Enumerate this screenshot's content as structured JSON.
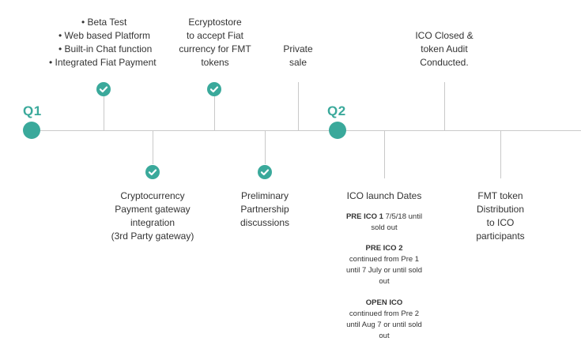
{
  "colors": {
    "accent": "#3aa99b",
    "line": "#c9c9c9",
    "text": "#333333"
  },
  "timeline": {
    "quarters": [
      {
        "label": "Q1"
      },
      {
        "label": "Q2"
      }
    ],
    "milestones": {
      "beta": {
        "status": "done",
        "lines": [
          "• Beta Test",
          "• Web based Platform",
          "• Built-in Chat function",
          "• Integrated Fiat Payment"
        ]
      },
      "ecryptostore": {
        "status": "done",
        "lines": [
          "Ecryptostore",
          "to accept Fiat",
          "currency for FMT",
          "tokens"
        ]
      },
      "private_sale": {
        "lines": [
          "Private",
          "sale"
        ]
      },
      "ico_closed": {
        "lines": [
          "ICO Closed &",
          "token Audit",
          "Conducted."
        ]
      },
      "payment_gateway": {
        "status": "done",
        "lines": [
          "Cryptocurrency",
          "Payment gateway",
          "integration",
          "(3rd Party gateway)"
        ]
      },
      "partnership": {
        "status": "done",
        "lines": [
          "Preliminary",
          "Partnership",
          "discussions"
        ]
      },
      "ico_launch": {
        "title": "ICO launch Dates",
        "pre_ico_1": {
          "name": "PRE ICO 1",
          "rest": " 7/5/18 until",
          "line2": "sold out"
        },
        "pre_ico_2": {
          "name": "PRE ICO 2",
          "lines": [
            "continued from Pre 1",
            "until 7 July or until sold",
            "out"
          ]
        },
        "open_ico": {
          "name": "OPEN ICO",
          "lines": [
            "continued from Pre 2",
            "until  Aug 7 or until sold",
            "out"
          ]
        }
      },
      "distribution": {
        "lines": [
          "FMT token",
          "Distribution",
          "to ICO",
          "participants"
        ]
      }
    }
  }
}
